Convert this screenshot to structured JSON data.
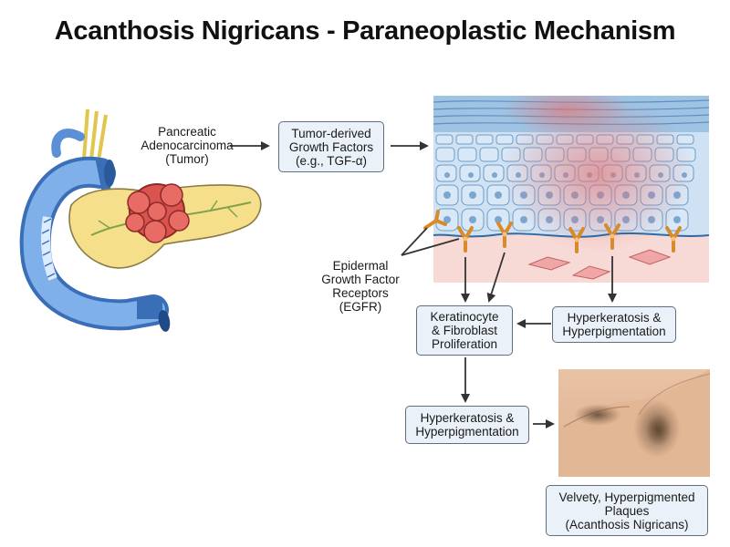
{
  "title": "Acanthosis Nigricans - Paraneoplastic Mechanism",
  "labels": {
    "tumor": "Pancreatic\nAdenocarcinoma\n(Tumor)",
    "egfr": "Epidermal\nGrowth Factor\nReceptors\n(EGFR)"
  },
  "boxes": {
    "growth_factors": "Tumor-derived\nGrowth Factors\n(e.g., TGF-α)",
    "proliferation": "Keratinocyte\n& Fibroblast\nProliferation",
    "hyper_right": "Hyperkeratosis &\nHyperpigmentation",
    "hyper_left": "Hyperkeratosis &\nHyperpigmentation",
    "plaques": "Velvety, Hyperpigmented\nPlaques\n(Acanthosis Nigricans)"
  }
}
